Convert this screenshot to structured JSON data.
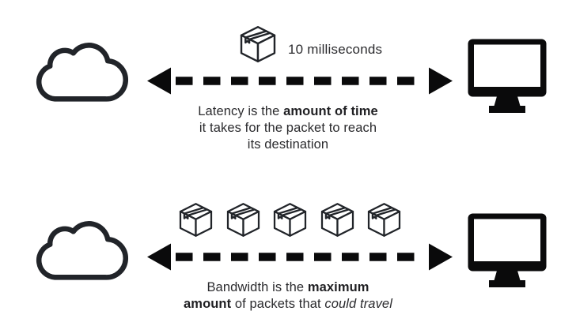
{
  "figure": {
    "background": "#ffffff",
    "ink_color": "#0a0a0b",
    "outline_color": "#212429",
    "text_color": "#2b2b2e"
  },
  "latency_row": {
    "left_endpoint_icon": "cloud-icon",
    "right_endpoint_icon": "monitor-icon",
    "link_icon": "double-headed-dashed-arrow",
    "packet_icon": "package-icon",
    "packet_count": 1,
    "packet_label": "10 milliseconds",
    "caption_line1_regular": "Latency is the ",
    "caption_line1_bold": "amount of time",
    "caption_line2": "it takes for the packet to reach",
    "caption_line3": "its destination"
  },
  "bandwidth_row": {
    "left_endpoint_icon": "cloud-icon",
    "right_endpoint_icon": "monitor-icon",
    "link_icon": "double-headed-dashed-arrow",
    "packet_icon": "package-icon",
    "packet_count": 5,
    "caption_line1_regular": "Bandwidth is the ",
    "caption_line1_bold": "maximum",
    "caption_line2_bold": "amount",
    "caption_line2_regular": " of packets that ",
    "caption_line2_italic": "could travel"
  }
}
